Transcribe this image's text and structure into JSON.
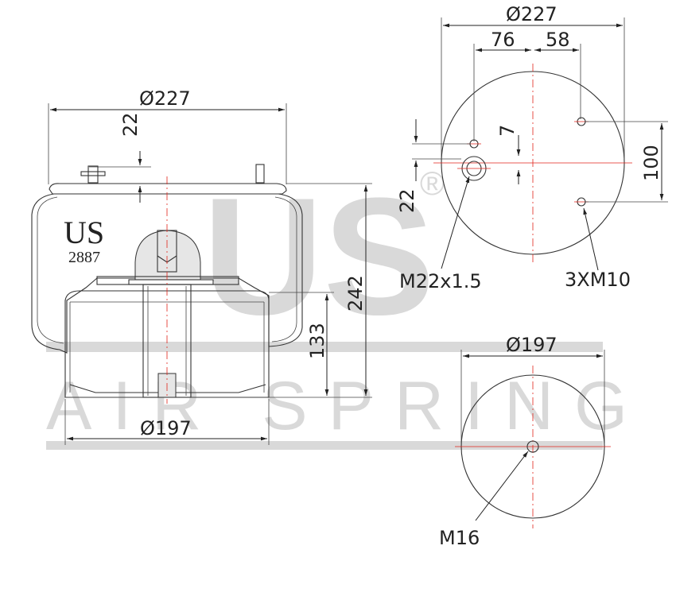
{
  "watermark": {
    "brand": "US",
    "registered": "®",
    "tagline": "AIR SPRING"
  },
  "product": {
    "brand": "US",
    "part_number": "2887"
  },
  "side_view": {
    "top_plate_diameter": "Ø227",
    "stud_height": "22",
    "piston_diameter": "Ø197",
    "overall_height": "242",
    "piston_height": "133"
  },
  "top_view": {
    "diameter": "Ø227",
    "offset_left": "76",
    "offset_right": "58",
    "offset_vertical_small": "7",
    "offset_vertical_left": "22",
    "stud_spacing": "100",
    "air_fitting_label": "M22x1.5",
    "stud_label": "3XM10"
  },
  "bottom_view": {
    "diameter": "Ø197",
    "thread_label": "M16"
  },
  "colors": {
    "centerline": "#e2231a",
    "watermark": "#d9d9d9",
    "outline": "#333333"
  }
}
